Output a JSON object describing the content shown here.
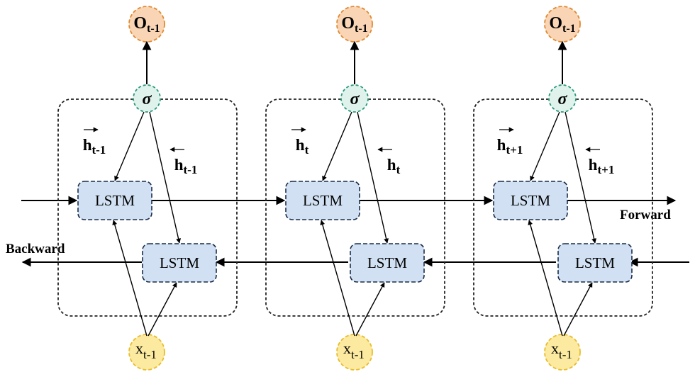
{
  "directions": {
    "forward": "Forward",
    "backward": "Backward"
  },
  "lstm_label": "LSTM",
  "sigma": "σ",
  "colors": {
    "lstm_fill": "#d1e1f3",
    "lstm_stroke": "#1a2c4a",
    "output_fill": "#f9d5b5",
    "output_stroke": "#e0892f",
    "sigma_fill": "#dff3ec",
    "sigma_stroke": "#2a9a7c",
    "input_fill": "#fbea9f",
    "input_stroke": "#e8bc2c"
  },
  "cells": [
    {
      "output": {
        "base": "O",
        "sub": "t-1"
      },
      "input": {
        "base": "x",
        "sub": "t-1"
      },
      "forward_hidden": {
        "base": "h",
        "sub": "t-1"
      },
      "backward_hidden": {
        "base": "h",
        "sub": "t-1"
      }
    },
    {
      "output": {
        "base": "O",
        "sub": "t-1"
      },
      "input": {
        "base": "x",
        "sub": "t-1"
      },
      "forward_hidden": {
        "base": "h",
        "sub": "t"
      },
      "backward_hidden": {
        "base": "h",
        "sub": "t"
      }
    },
    {
      "output": {
        "base": "O",
        "sub": "t-1"
      },
      "input": {
        "base": "x",
        "sub": "t-1"
      },
      "forward_hidden": {
        "base": "h",
        "sub": "t+1"
      },
      "backward_hidden": {
        "base": "h",
        "sub": "t+1"
      }
    }
  ]
}
